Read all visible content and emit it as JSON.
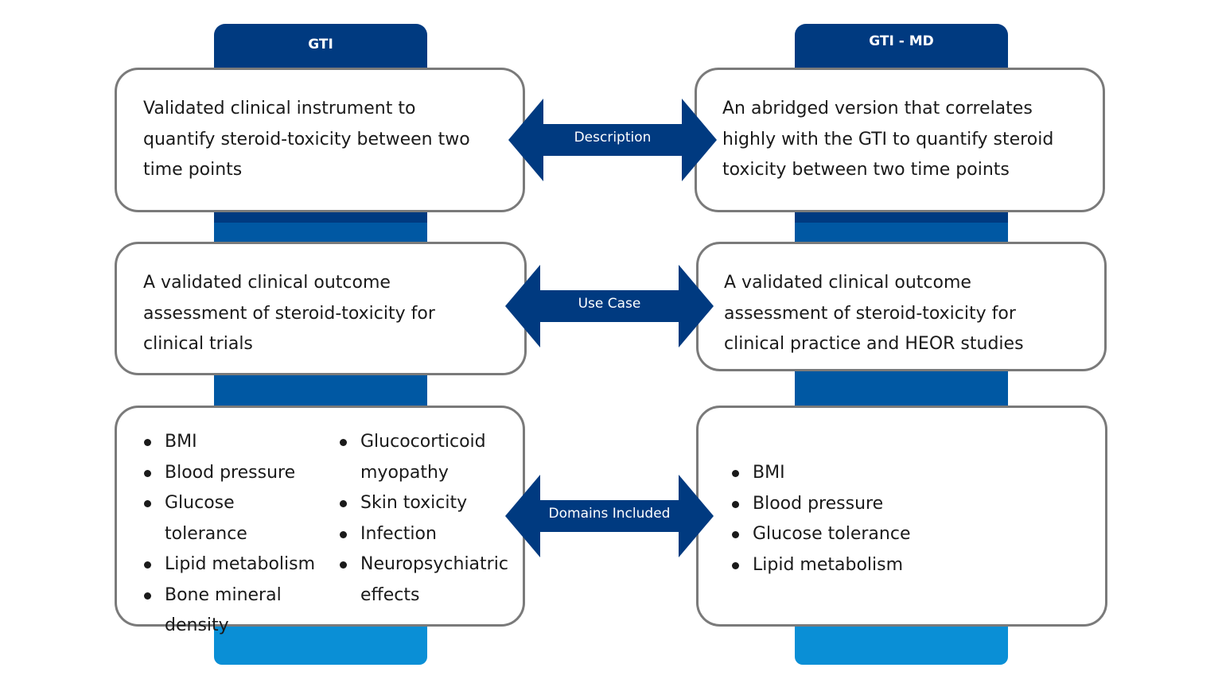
{
  "colors": {
    "header_dark": "#003a80",
    "mid_blue": "#0058a3",
    "light_blue": "#0a8fd6",
    "arrow_blue": "#003a80",
    "box_border": "#7a7a7a"
  },
  "columns": {
    "left": {
      "title": "GTI"
    },
    "right": {
      "title": "GTI - MD"
    }
  },
  "rows": {
    "description": {
      "arrow_label": "Description",
      "left_lines": [
        "Validated clinical instrument to",
        "quantify steroid-toxicity between two",
        "time points"
      ],
      "right_lines": [
        "An abridged version that correlates",
        "highly with the GTI to quantify steroid",
        "toxicity between two time points"
      ]
    },
    "use_case": {
      "arrow_label": "Use Case",
      "left_lines": [
        "A validated clinical outcome",
        "assessment of steroid-toxicity for",
        "clinical trials"
      ],
      "right_lines": [
        "A validated clinical outcome",
        "assessment of steroid-toxicity for",
        "clinical practice and HEOR studies"
      ]
    },
    "domains": {
      "arrow_label": "Domains Included",
      "left_col_a": [
        "BMI",
        "Blood pressure",
        "Glucose tolerance",
        "Lipid metabolism",
        "Bone mineral density"
      ],
      "left_col_b": [
        "Glucocorticoid myopathy",
        "Skin toxicity",
        "Infection",
        "Neuropsychiatric effects"
      ],
      "right": [
        "BMI",
        "Blood pressure",
        "Glucose tolerance",
        "Lipid metabolism"
      ]
    }
  }
}
